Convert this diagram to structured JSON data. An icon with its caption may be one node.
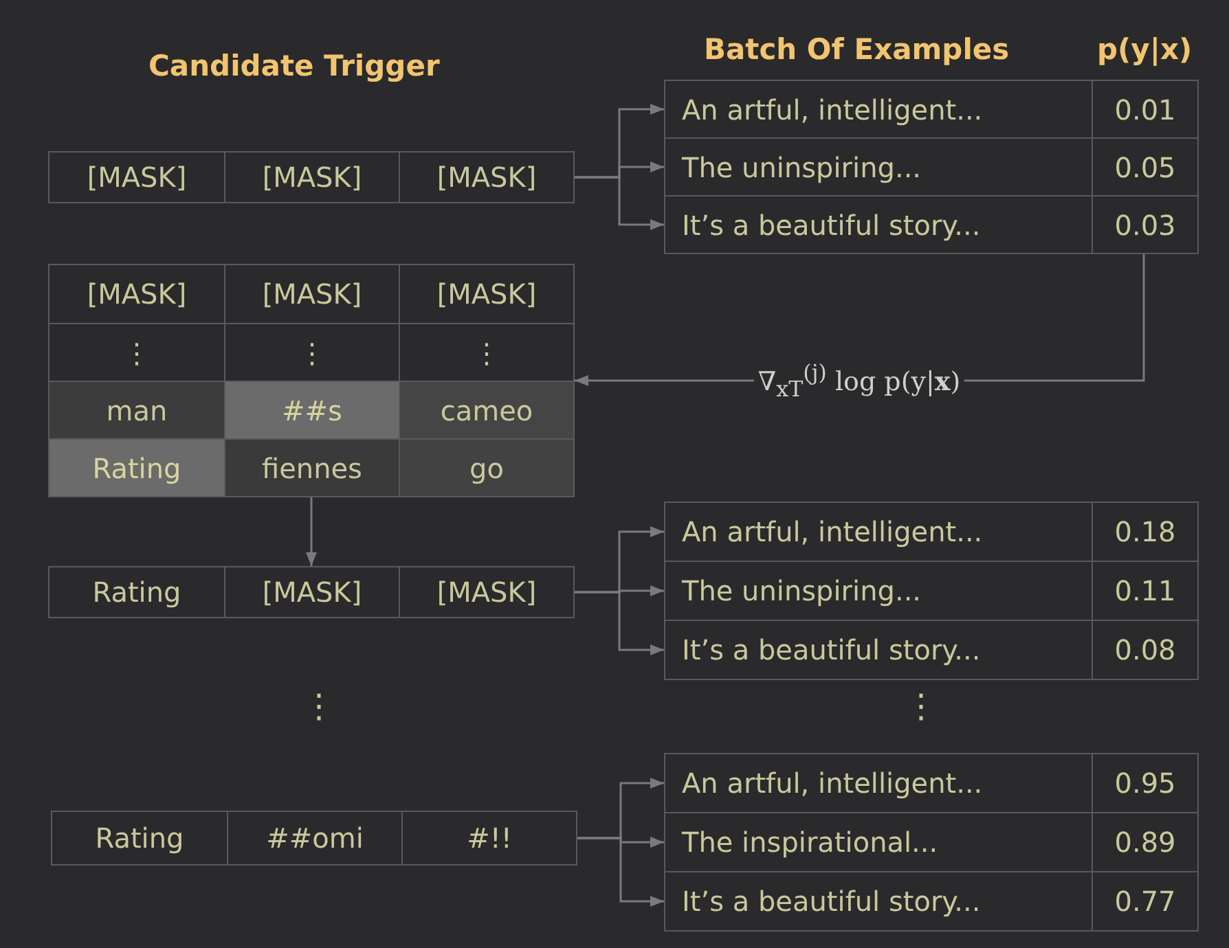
{
  "diagram": {
    "nodes": [
      {
        "text": [
          "[MASK]",
          "[MASK]",
          "[MASK]"
        ]
      },
      {
        "text": [
          "An artful, intelligent...",
          "0.01"
        ]
      },
      {
        "text": [
          "The uninspiring...",
          "0.05"
        ]
      },
      {
        "text": [
          "It’s a beautiful story...",
          "0.03"
        ]
      },
      {
        "text": [
          "[MASK]",
          "[MASK]",
          "[MASK]",
          "⋮",
          "⋮",
          "⋮",
          "man",
          "##s",
          "cameo",
          "Rating",
          "fiennes",
          "go"
        ]
      },
      {
        "text": [
          "Rating",
          "[MASK]",
          "[MASK]"
        ]
      },
      {
        "text": [
          "An artful, intelligent...",
          "0.18"
        ]
      },
      {
        "text": [
          "The uninspiring...",
          "0.11"
        ]
      },
      {
        "text": [
          "It’s a beautiful story...",
          "0.08"
        ]
      },
      {
        "text": [
          "Rating",
          "##omi",
          "#!!"
        ]
      },
      {
        "text": [
          "An artful, intelligent...",
          "0.95"
        ]
      },
      {
        "text": [
          "The inspirational...",
          "0.89"
        ]
      },
      {
        "text": [
          "It’s a beautiful story...",
          "0.77"
        ]
      }
    ],
    "edges": [
      {
        "from": 0,
        "to": 1,
        "arrow": "to"
      },
      {
        "from": 0,
        "to": 2,
        "arrow": "to"
      },
      {
        "from": 0,
        "to": 3,
        "arrow": "to"
      },
      {
        "from": 3,
        "to": 4,
        "arrow": "to",
        "label": "∇$_{x}$$_{T}$$^{(j)}$ log p(y|**x**)"
      },
      {
        "from": 4,
        "to": 5,
        "arrow": "to"
      },
      {
        "from": 5,
        "to": 6,
        "arrow": "to"
      },
      {
        "from": 5,
        "to": 7,
        "arrow": "to"
      },
      {
        "from": 5,
        "to": 8,
        "arrow": "to"
      },
      {
        "from": 9,
        "to": 10,
        "arrow": "to"
      },
      {
        "from": 9,
        "to": 11,
        "arrow": "to"
      },
      {
        "from": 9,
        "to": 12,
        "arrow": "to"
      }
    ],
    "labels": [
      "Candidate Trigger",
      "Batch Of Examples",
      "p(y|x)",
      "⋮",
      "⋮"
    ]
  }
}
